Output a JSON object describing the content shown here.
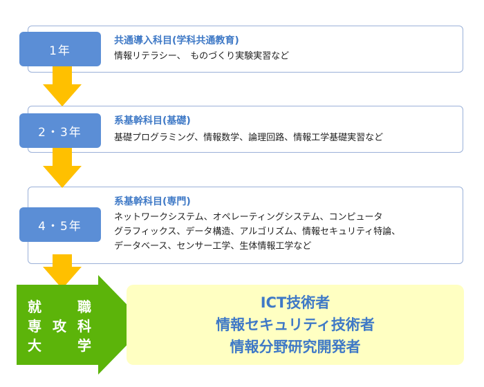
{
  "stages": [
    {
      "year": "1年",
      "title": "共通導入科目(学科共通教育)",
      "lines": [
        "情報リテラシー、　ものづくり実験実習など"
      ]
    },
    {
      "year": "2・3年",
      "title": "系基幹科目(基礎)",
      "lines": [
        "基礎プログラミング、情報数学、論理回路、情報工学基礎実習など"
      ]
    },
    {
      "year": "4・5年",
      "title": "系基幹科目(専門)",
      "lines": [
        "ネットワークシステム、オペレーティングシステム、コンピュータ",
        "グラフィックス、データ構造、アルゴリズム、情報セキュリティ特論、",
        "データベース、センサー工学、生体情報工学など"
      ]
    }
  ],
  "destinations": {
    "row1": [
      "就",
      "職"
    ],
    "row2": [
      "専",
      "攻",
      "科"
    ],
    "row3": [
      "大",
      "学"
    ]
  },
  "careers": [
    "ICT技術者",
    "情報セキュリティ技術者",
    "情報分野研究開発者"
  ],
  "colors": {
    "year_box": "#5b8ed6",
    "arrow_yellow": "#ffc000",
    "arrow_green": "#5cb40a",
    "result_bg": "#ffffc2",
    "title_blue": "#3f79c6"
  }
}
